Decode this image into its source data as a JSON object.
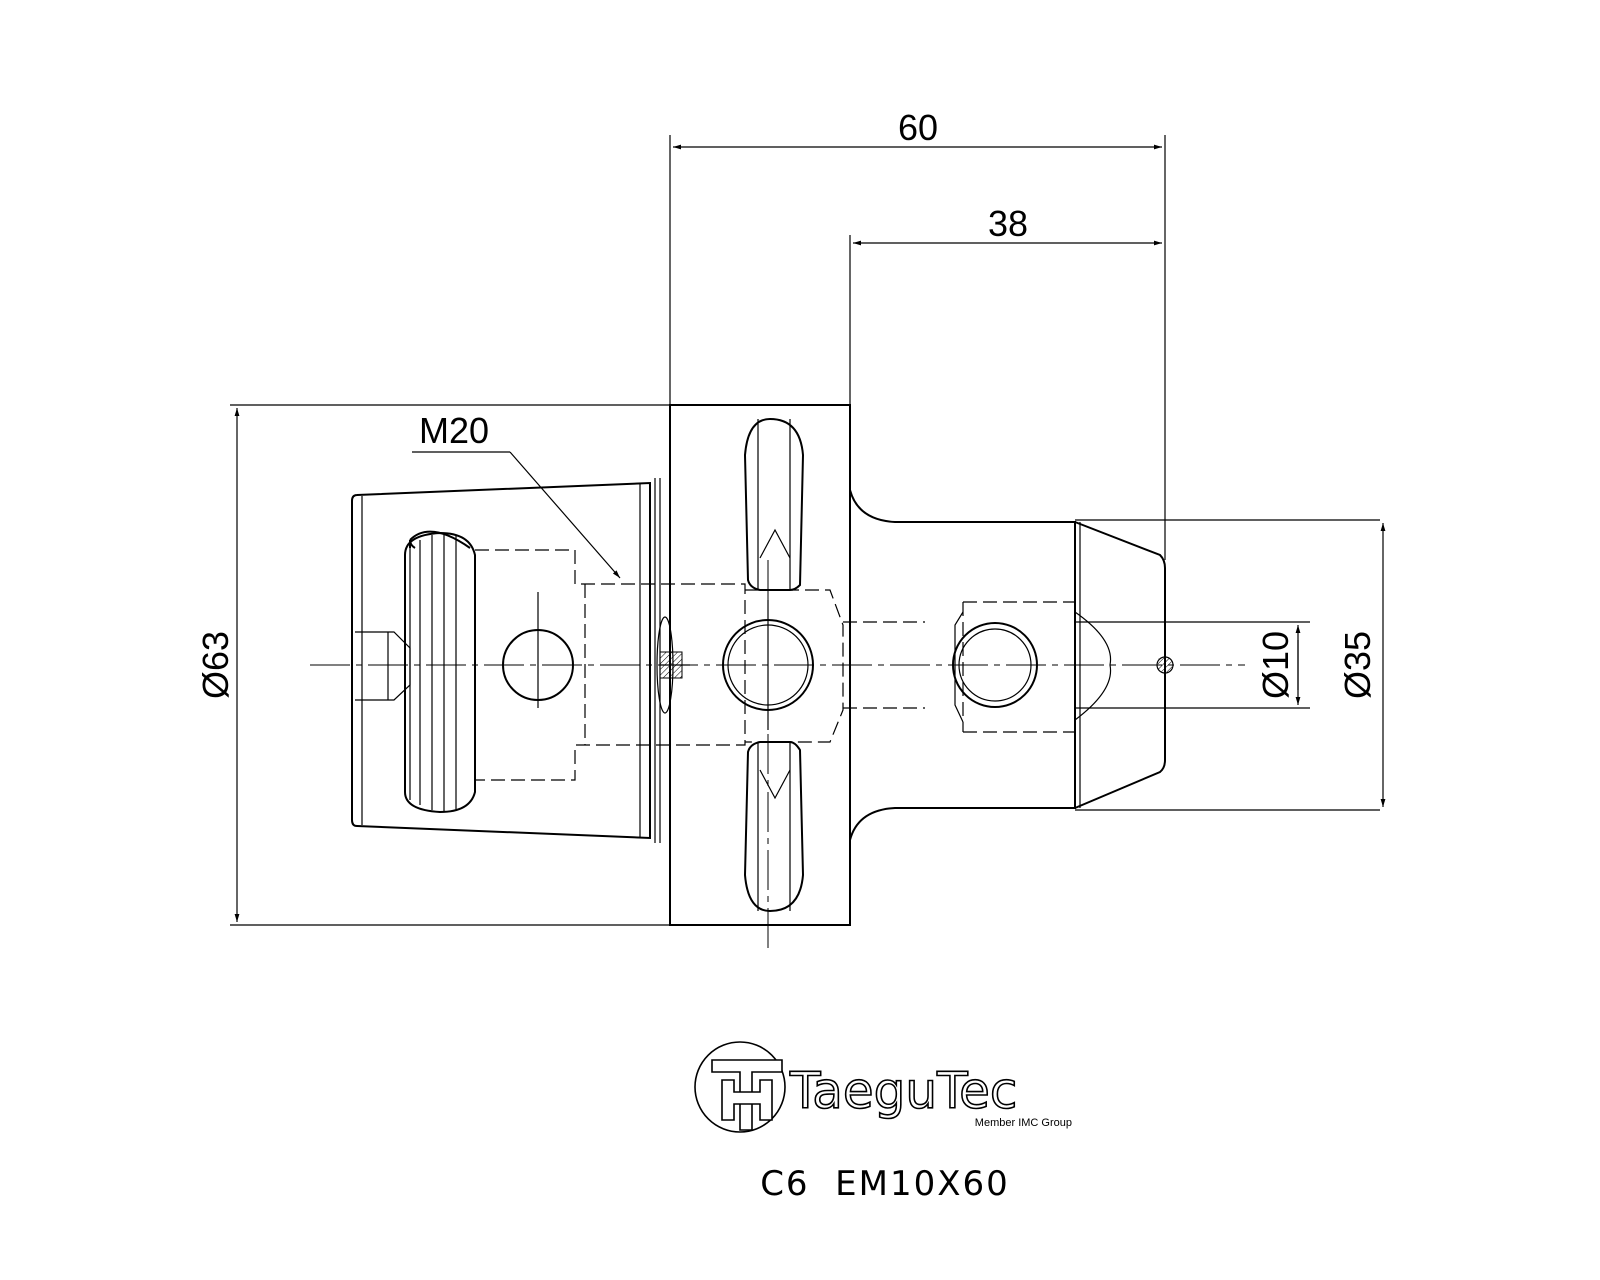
{
  "dimensions": {
    "overall_length": "60",
    "shank_length": "38",
    "flange_diameter": "Ø63",
    "thread": "M20",
    "bore_diameter": "Ø10",
    "shank_diameter": "Ø35"
  },
  "logo": {
    "brand": "TaeguTec",
    "tagline": "Member IMC Group"
  },
  "part_number": "C6  EM10X60",
  "colors": {
    "line": "#000000",
    "background": "#ffffff"
  }
}
